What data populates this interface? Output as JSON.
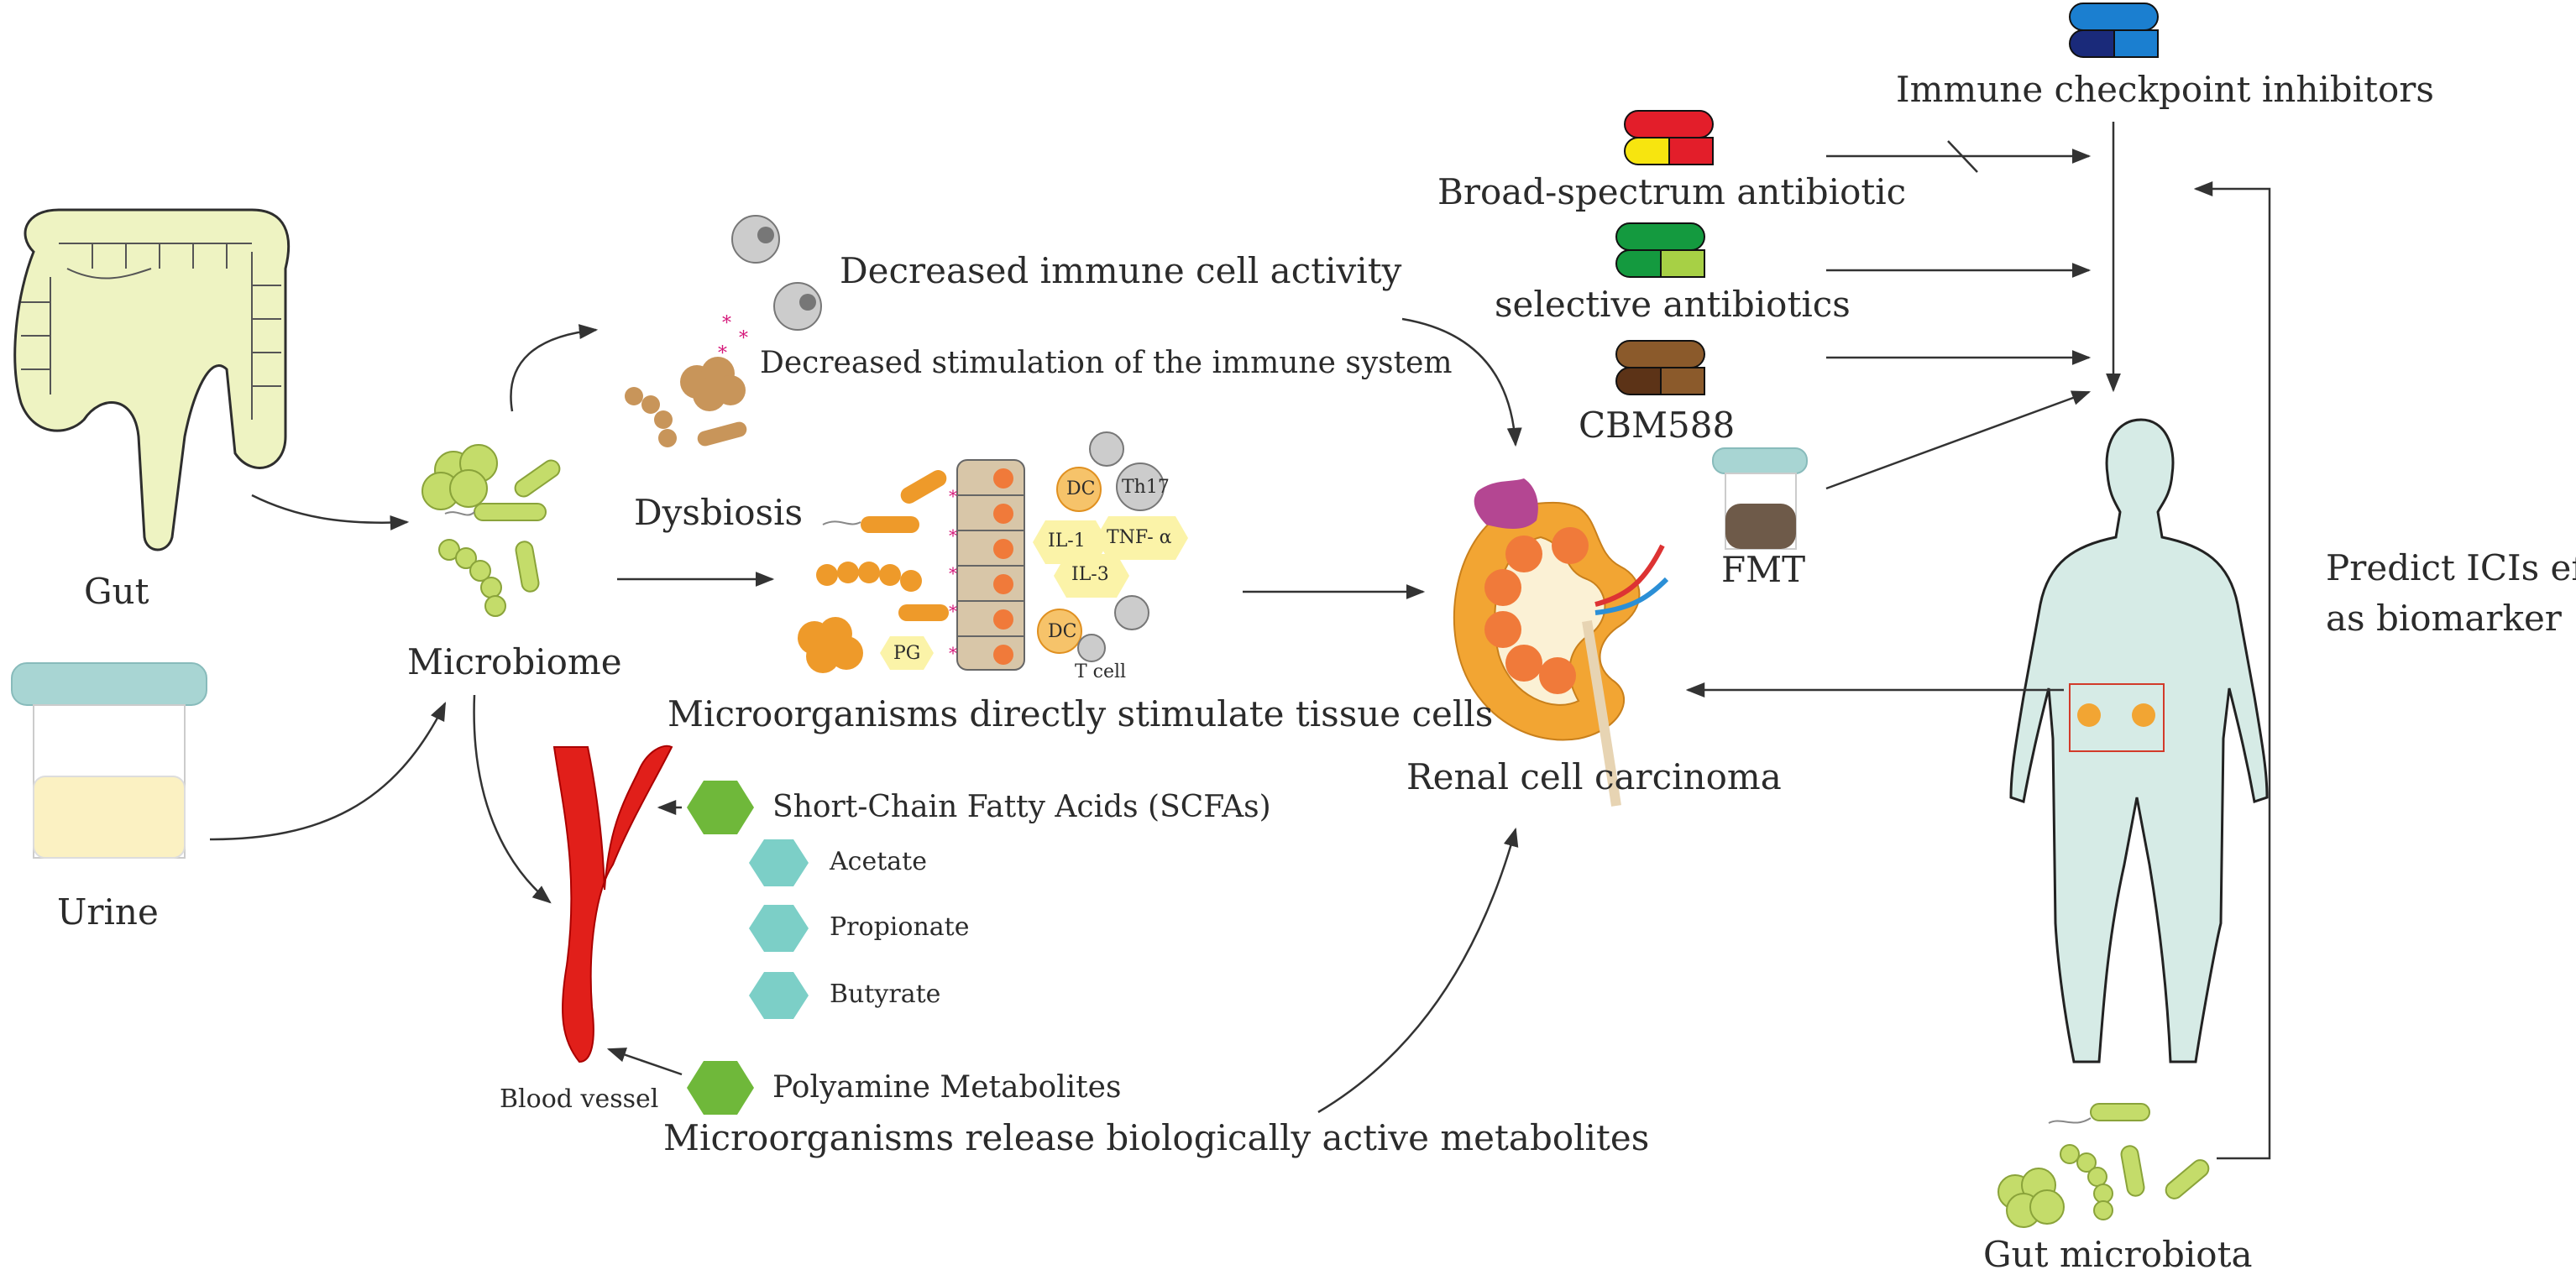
{
  "labels": {
    "gut": "Gut",
    "urine": "Urine",
    "microbiome": "Microbiome",
    "dysbiosis": "Dysbiosis",
    "decreased_immune_activity": "Decreased immune cell activity",
    "decreased_stimulation": "Decreased stimulation of the immune system",
    "direct_stimulation": "Microorganisms directly stimulate tissue cells",
    "release_metabolites": "Microorganisms release biologically active metabolites",
    "blood_vessel": "Blood vessel",
    "scfa": "Short-Chain Fatty Acids (SCFAs)",
    "acetate": "Acetate",
    "propionate": "Propionate",
    "butyrate": "Butyrate",
    "polyamine": "Polyamine Metabolites",
    "rcc": "Renal cell carcinoma",
    "broad_antibiotic": "Broad-spectrum antibiotic",
    "selective_antibiotics": "selective antibiotics",
    "cbm588": "CBM588",
    "fmt": "FMT",
    "ici": "Immune checkpoint inhibitors",
    "predict_line1": "Predict ICIs effect",
    "predict_line2": "as biomarker",
    "gut_microbiota": "Gut microbiota"
  },
  "cell_labels": {
    "dc_top": "DC",
    "th17": "Th17",
    "il1": "IL-1",
    "tnf": "TNF- α",
    "il3": "IL-3",
    "dc_bottom": "DC",
    "tcell": "T cell",
    "pg": "PG"
  },
  "colors": {
    "gut_fill": "#eef3c2",
    "urine_cap": "#a8d5d3",
    "urine_fill": "#fbf1c2",
    "bacteria_green": "#c4dc6a",
    "bacteria_orange": "#ee9a2a",
    "dysbiosis_brown": "#c8955a",
    "blood_vessel": "#e11f1a",
    "scfa_hex": "#6fb83a",
    "acid_hex": "#7ccfc7",
    "human_fill": "#d6ebe6",
    "kidney_orange": "#f2a533",
    "tumor": "#b44692",
    "arrow": "#333333",
    "box_red": "#d23a2a"
  }
}
